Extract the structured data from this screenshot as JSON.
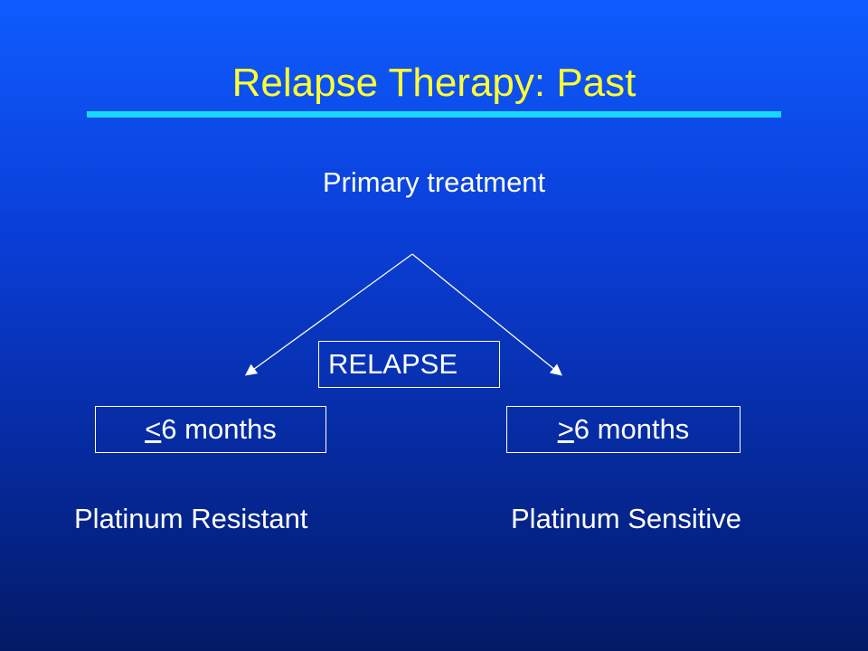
{
  "slide": {
    "title": "Relapse Therapy: Past",
    "root_label": "Primary treatment",
    "relapse_label": "RELAPSE",
    "left_box": {
      "symbol": "<",
      "text": " 6 months"
    },
    "right_box": {
      "symbol": ">",
      "text": " 6 months"
    },
    "left_caption": "Platinum Resistant",
    "right_caption": "Platinum Sensitive"
  },
  "colors": {
    "background_top": "#0f5cff",
    "background_bottom": "#031a66",
    "title": "#ffff33",
    "rule": "#19d8ff",
    "text": "#ffffff"
  }
}
